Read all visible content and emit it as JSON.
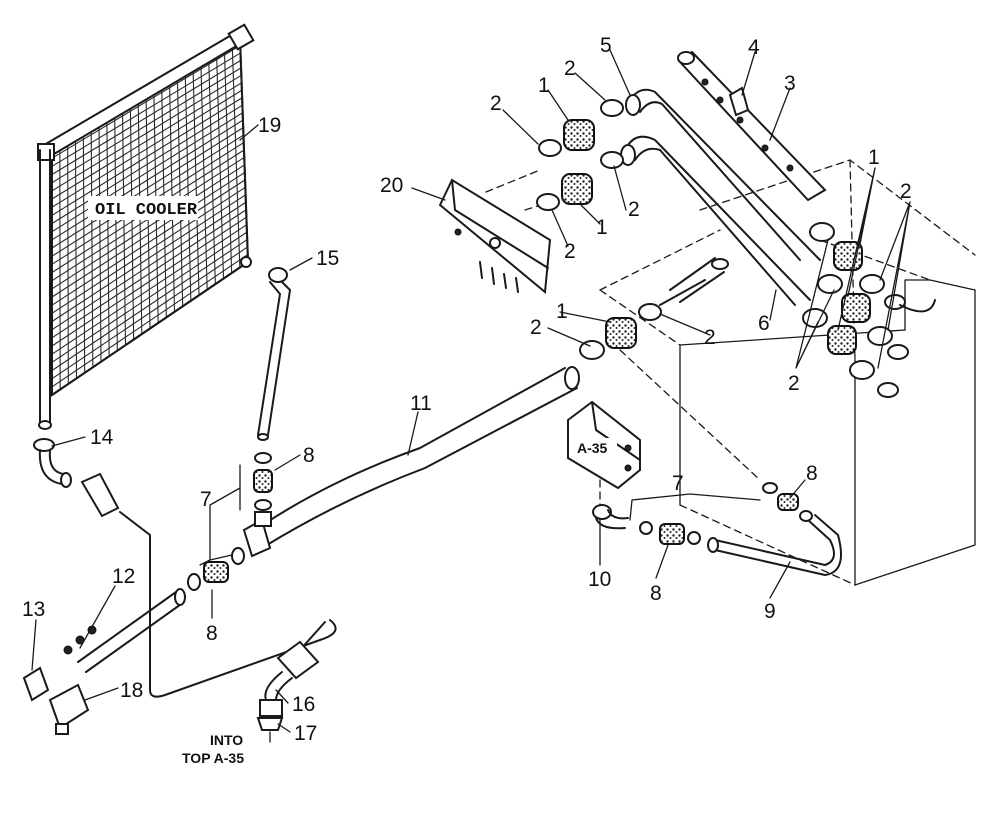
{
  "labels": {
    "oil_cooler": "OIL COOLER",
    "valve": "A-35",
    "into_line1": "INTO",
    "into_line2": "TOP A-35"
  },
  "callouts": {
    "c1a": "1",
    "c1b": "1",
    "c1c": "1",
    "c1d": "1",
    "c2a": "2",
    "c2b": "2",
    "c2c": "2",
    "c2d": "2",
    "c2e": "2",
    "c2f": "2",
    "c2g": "2",
    "c2h": "2",
    "c3": "3",
    "c4": "4",
    "c5": "5",
    "c6": "6",
    "c7a": "7",
    "c7b": "7",
    "c8a": "8",
    "c8b": "8",
    "c8c": "8",
    "c8d": "8",
    "c9": "9",
    "c10": "10",
    "c11": "11",
    "c12": "12",
    "c13": "13",
    "c14": "14",
    "c15": "15",
    "c16": "16",
    "c17": "17",
    "c18": "18",
    "c19": "19",
    "c20": "20"
  }
}
